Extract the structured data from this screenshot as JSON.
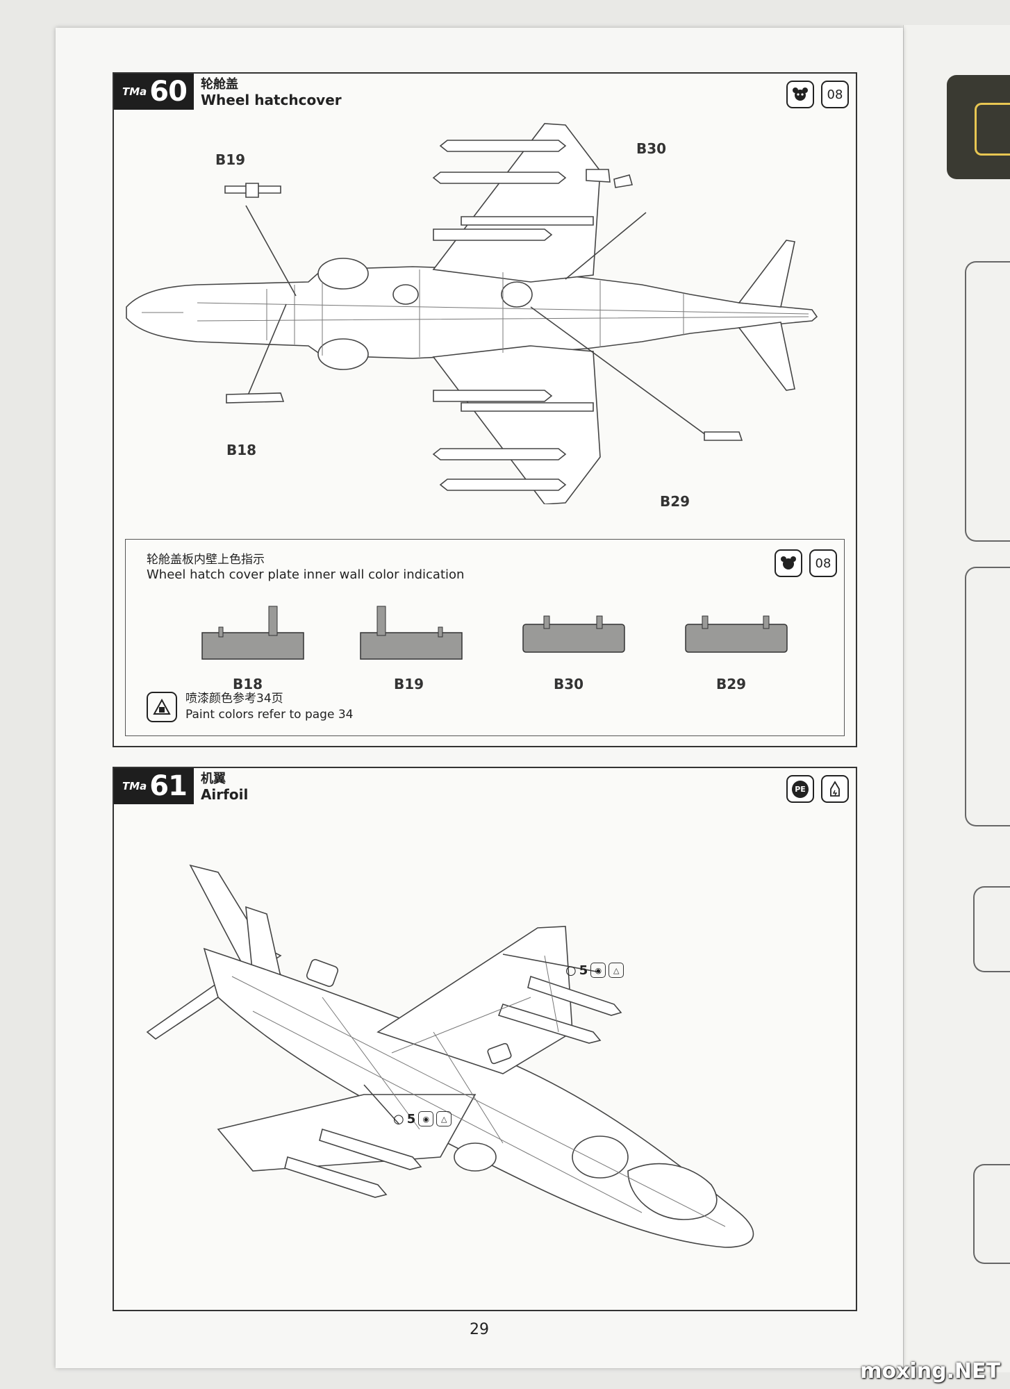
{
  "step60": {
    "brand": "TMa",
    "number": "60",
    "title_cn": "轮舱盖",
    "title_en": "Wheel hatchcover",
    "paint_code": "08",
    "parts": [
      "B19",
      "B30",
      "B18",
      "B29"
    ],
    "subpanel": {
      "title_cn": "轮舱盖板内壁上色指示",
      "title_en": "Wheel hatch cover plate inner wall color indication",
      "paint_code": "08",
      "plates": [
        "B18",
        "B19",
        "B30",
        "B29"
      ],
      "note_cn": "喷漆颜色参考34页",
      "note_en": "Paint colors refer to page 34"
    }
  },
  "step61": {
    "brand": "TMa",
    "number": "61",
    "title_cn": "机翼",
    "title_en": "Airfoil",
    "icon_pe": "PE",
    "callouts": [
      {
        "qty": "5"
      },
      {
        "qty": "5"
      }
    ]
  },
  "page_number": "29",
  "watermark": "moxing.NET"
}
